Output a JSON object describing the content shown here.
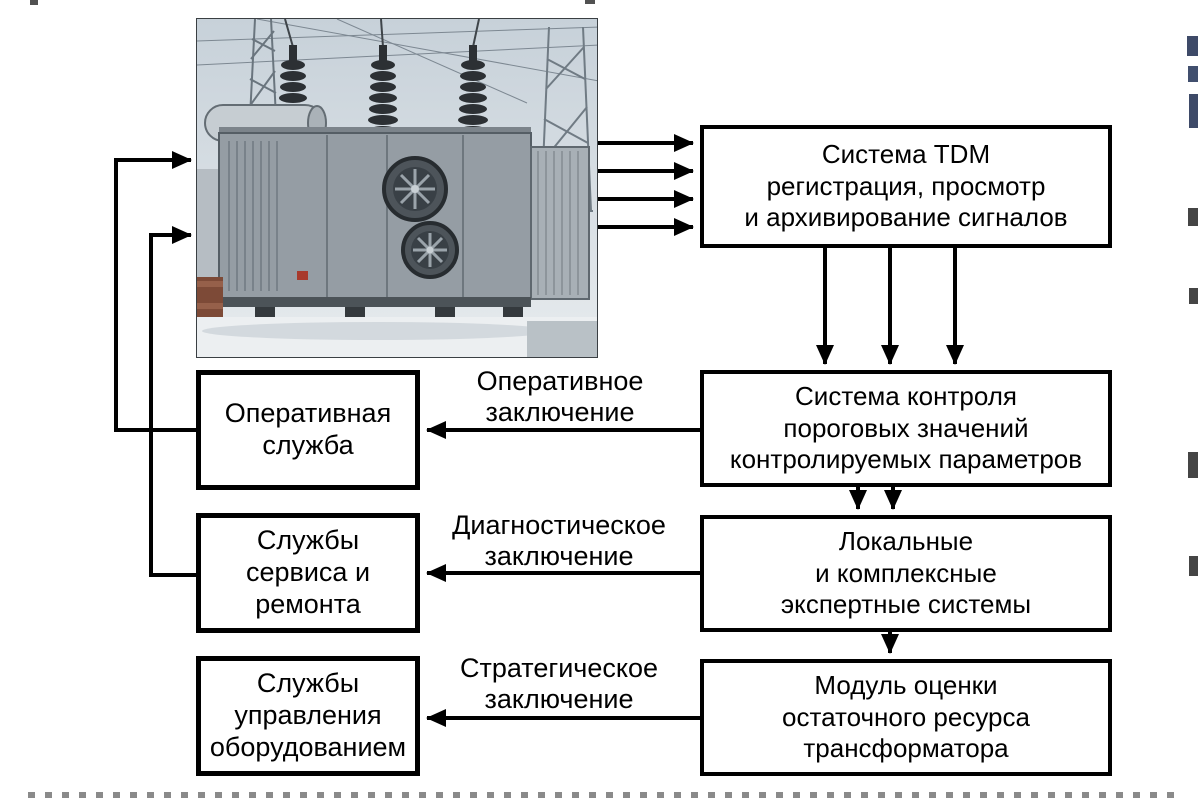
{
  "colors": {
    "line": "#000000",
    "background": "#ffffff",
    "text": "#000000"
  },
  "photo": {
    "name": "power-transformer-photo"
  },
  "flow_boxes": [
    {
      "id": "tdm",
      "lines": [
        "Система TDM",
        "регистрация, просмотр",
        "и архивирование сигналов"
      ]
    },
    {
      "id": "control",
      "lines": [
        "Система контроля",
        "пороговых значений",
        "контролируемых параметров"
      ]
    },
    {
      "id": "expert",
      "lines": [
        "Локальные",
        "и комплексные",
        "экспертные системы"
      ]
    },
    {
      "id": "module",
      "lines": [
        "Модуль оценки",
        "остаточного ресурса",
        "трансформатора"
      ]
    }
  ],
  "service_boxes": [
    {
      "id": "operational",
      "lines": [
        "Оперативная",
        "служба"
      ]
    },
    {
      "id": "service",
      "lines": [
        "Службы",
        "сервиса и",
        "ремонта"
      ]
    },
    {
      "id": "management",
      "lines": [
        "Службы",
        "управления",
        "оборудованием"
      ]
    }
  ],
  "conclusion_labels": [
    {
      "id": "operational",
      "lines": [
        "Оперативное",
        "заключение"
      ]
    },
    {
      "id": "diagnostic",
      "lines": [
        "Диагностическое",
        "заключение"
      ]
    },
    {
      "id": "strategic",
      "lines": [
        "Стратегическое",
        "заключение"
      ]
    }
  ]
}
